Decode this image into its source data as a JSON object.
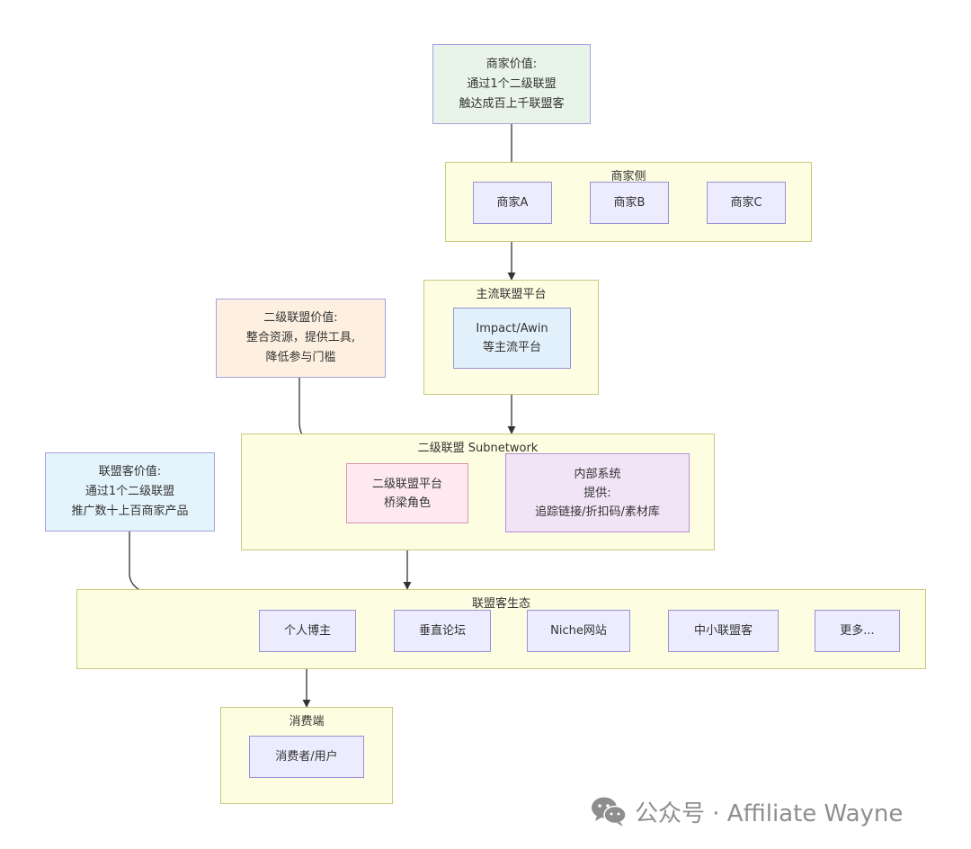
{
  "notes": {
    "merchant_value": {
      "lines": [
        "商家价值:",
        "通过1个二级联盟",
        "触达成百上千联盟客"
      ],
      "color": "#e8f4e8"
    },
    "subnetwork_value": {
      "lines": [
        "二级联盟价值:",
        "整合资源，提供工具,",
        "降低参与门槛"
      ],
      "color": "#fdf0e0"
    },
    "affiliate_value": {
      "lines": [
        "联盟客价值:",
        "通过1个二级联盟",
        "推广数十上百商家产品"
      ],
      "color": "#e4f4fc"
    }
  },
  "groups": {
    "merchants": {
      "title": "商家侧",
      "nodes": [
        "商家A",
        "商家B",
        "商家C"
      ]
    },
    "main_platform": {
      "title": "主流联盟平台",
      "node_lines": [
        "Impact/Awin",
        "等主流平台"
      ],
      "node_color": "#e2f0fb"
    },
    "subnetwork": {
      "title": "二级联盟 Subnetwork",
      "platform_lines": [
        "二级联盟平台",
        "桥梁角色"
      ],
      "platform_color": "#fde9ef",
      "system_lines": [
        "内部系统",
        "提供:",
        "追踪链接/折扣码/素材库"
      ],
      "system_color": "#f2e4f7"
    },
    "ecosystem": {
      "title": "联盟客生态",
      "nodes": [
        "个人博主",
        "垂直论坛",
        "Niche网站",
        "中小联盟客",
        "更多..."
      ]
    },
    "consumer": {
      "title": "消费端",
      "node": "消费者/用户"
    }
  },
  "watermark": {
    "text": "公众号 · Affiliate Wayne",
    "icon": "wechat-icon"
  },
  "colors": {
    "group_fill": "#fdfde1",
    "group_border": "#c9c980",
    "node_fill": "#ececfe",
    "node_border": "#9a92d6",
    "edge": "#333333"
  }
}
